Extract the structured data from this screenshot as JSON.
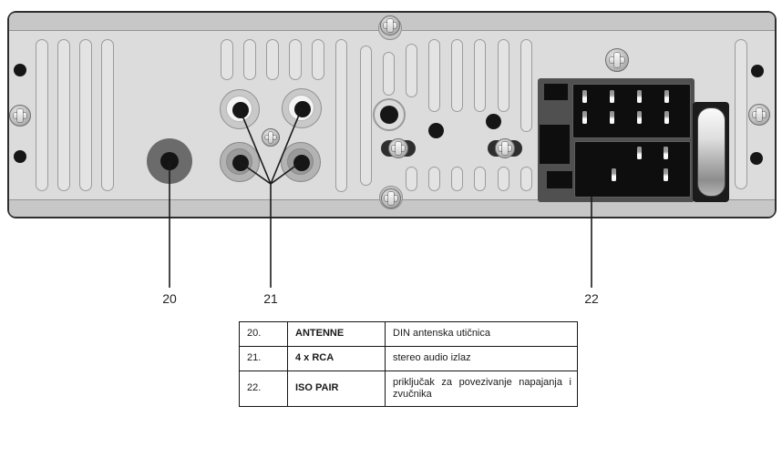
{
  "figure": {
    "title": "car-stereo-rear-panel",
    "callouts": [
      {
        "label": "20"
      },
      {
        "label": "21"
      },
      {
        "label": "22"
      }
    ]
  },
  "table": {
    "rows": [
      {
        "num": "20.",
        "name": "ANTENNE",
        "desc": "DIN antenska utičnica"
      },
      {
        "num": "21.",
        "name": "4 x RCA",
        "desc": "stereo audio izlaz"
      },
      {
        "num": "22.",
        "name": "ISO PAIR",
        "desc": "priključak za povezivanje napajanja i zvučnika"
      }
    ]
  },
  "colors": {
    "panel_face": "#dcdcdc",
    "panel_trim": "#c7c7c7",
    "connector_block": "#0e0e0e",
    "antenna_gray": "#6b6b6b"
  }
}
